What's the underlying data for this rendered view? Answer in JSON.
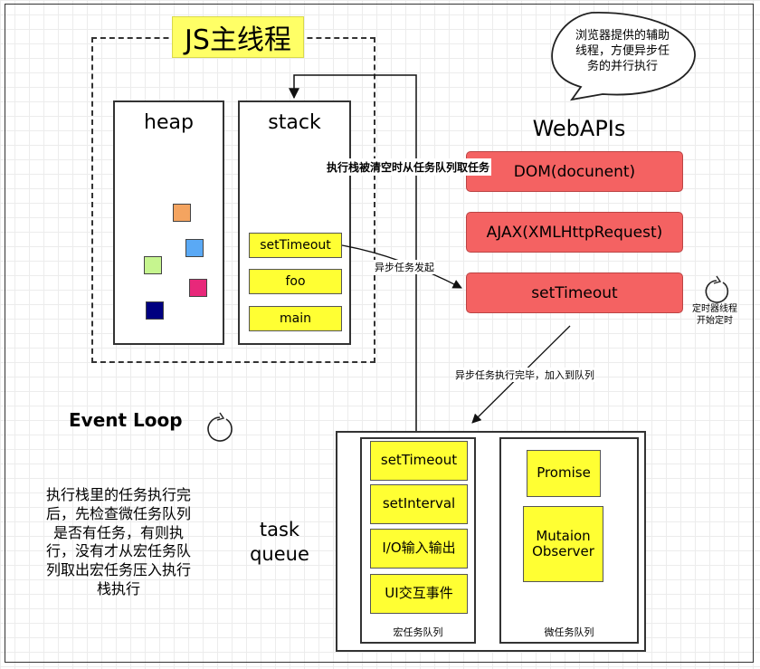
{
  "title": "JS主线程",
  "heap": {
    "label": "heap"
  },
  "stack": {
    "label": "stack",
    "items": [
      "setTimeout",
      "foo",
      "main"
    ]
  },
  "webapis": {
    "label": "WebAPIs",
    "items": [
      "DOM(docunent)",
      "AJAX(XMLHttpRequest)",
      "setTimeout"
    ]
  },
  "callout": {
    "line1": "浏览器提供的辅助",
    "line2": "线程，方便异步任",
    "line3": "务的并行执行"
  },
  "arrows": {
    "stack_from_queue": "执行栈被清空时从任务队列取任务",
    "async_start": "异步任务发起",
    "async_done": "异步任务执行完毕，加入到队列"
  },
  "timer": {
    "line1": "定时器线程",
    "line2": "开始定时"
  },
  "event_loop": {
    "label": "Event Loop"
  },
  "description": {
    "line1": "执行栈里的任务执行完",
    "line2": "后，先检查微任务队列",
    "line3": "是否有任务，有则执",
    "line4": "行，没有才从宏任务队",
    "line5": "列取出宏任务压入执行",
    "line6": "栈执行"
  },
  "task_queue": {
    "line1": "task",
    "line2": "queue"
  },
  "macro_queue": {
    "items": [
      "setTimeout",
      "setInterval",
      "I/O输入输出",
      "UI交互事件"
    ],
    "label": "宏任务队列"
  },
  "micro_queue": {
    "items": [
      "Promise",
      "Mutaion Observer"
    ],
    "label": "微任务队列"
  },
  "colors": {
    "yellow": "#ffff33",
    "red": "#f46262",
    "heap_squares": [
      "#f4a460",
      "#5aa9f5",
      "#c6f58f",
      "#e8287a",
      "#000080"
    ]
  }
}
